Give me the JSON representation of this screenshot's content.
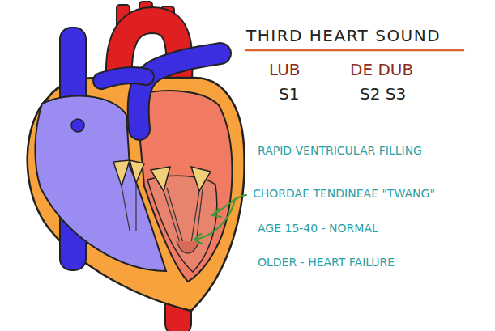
{
  "diagram": {
    "title": "THIRD HEART SOUND",
    "labels": [
      "LUB",
      "DE DUB",
      "S1",
      "S2 S3",
      "RAPID VENTRICULAR FILLING",
      "CHORDAE TENDINEAE \"TWANG\"",
      "AGE 15-40 - NORMAL",
      "OLDER - HEART FAILURE"
    ]
  }
}
